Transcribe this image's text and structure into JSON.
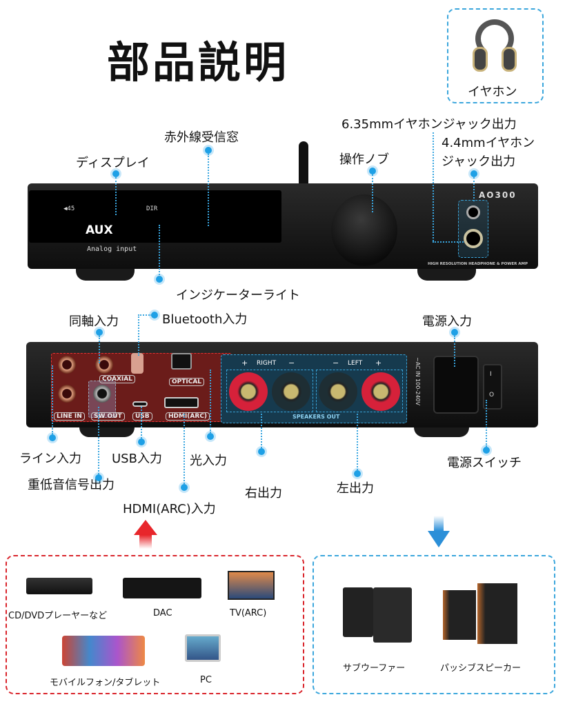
{
  "title": "部品説明",
  "earphone": {
    "label": "イヤホン"
  },
  "front": {
    "labels": {
      "jack635": "6.35mmイヤホンジャック出力",
      "jack44_line1": "4.4mmイヤホン",
      "jack44_line2": "ジャック出力",
      "ir": "赤外線受信窓",
      "display": "ディスプレイ",
      "knob": "操作ノブ",
      "indicator": "インジケーターライト"
    },
    "screen": {
      "volume": "◀45",
      "mode": "DIR",
      "source": "AUX",
      "source_sub": "Analog input"
    },
    "brand": "AO300",
    "tagline": "HIGH RESOLUTION HEADPHONE & POWER AMP"
  },
  "back": {
    "labels": {
      "coaxial": "同軸入力",
      "bluetooth": "Bluetooth入力",
      "power_in": "電源入力",
      "line": "ライン入力",
      "usb": "USB入力",
      "optical": "光入力",
      "power_switch": "電源スイッチ",
      "sub": "重低音信号出力",
      "right": "右出力",
      "left": "左出力",
      "hdmi": "HDMI(ARC)入力"
    },
    "ports": {
      "coaxial": "COAXIAL",
      "optical": "OPTICAL",
      "line_in": "LINE IN",
      "sw_out": "SW OUT",
      "usb": "USB",
      "hdmi": "HDMI(ARC)",
      "plus": "+",
      "minus": "−",
      "right": "RIGHT",
      "left": "LEFT",
      "speakers_out": "SPEAKERS OUT",
      "ac": "~AC IN 100-240V",
      "switch_on": "I",
      "switch_off": "O"
    }
  },
  "sources": [
    "CD/DVDプレーヤーなど",
    "DAC",
    "TV(ARC)",
    "モバイルフォン/タブレット",
    "PC"
  ],
  "outputs": [
    "サブウーファー",
    "パッシブスピーカー"
  ],
  "colors": {
    "accent_blue": "#1ea0e6",
    "accent_red": "#d9232a"
  }
}
